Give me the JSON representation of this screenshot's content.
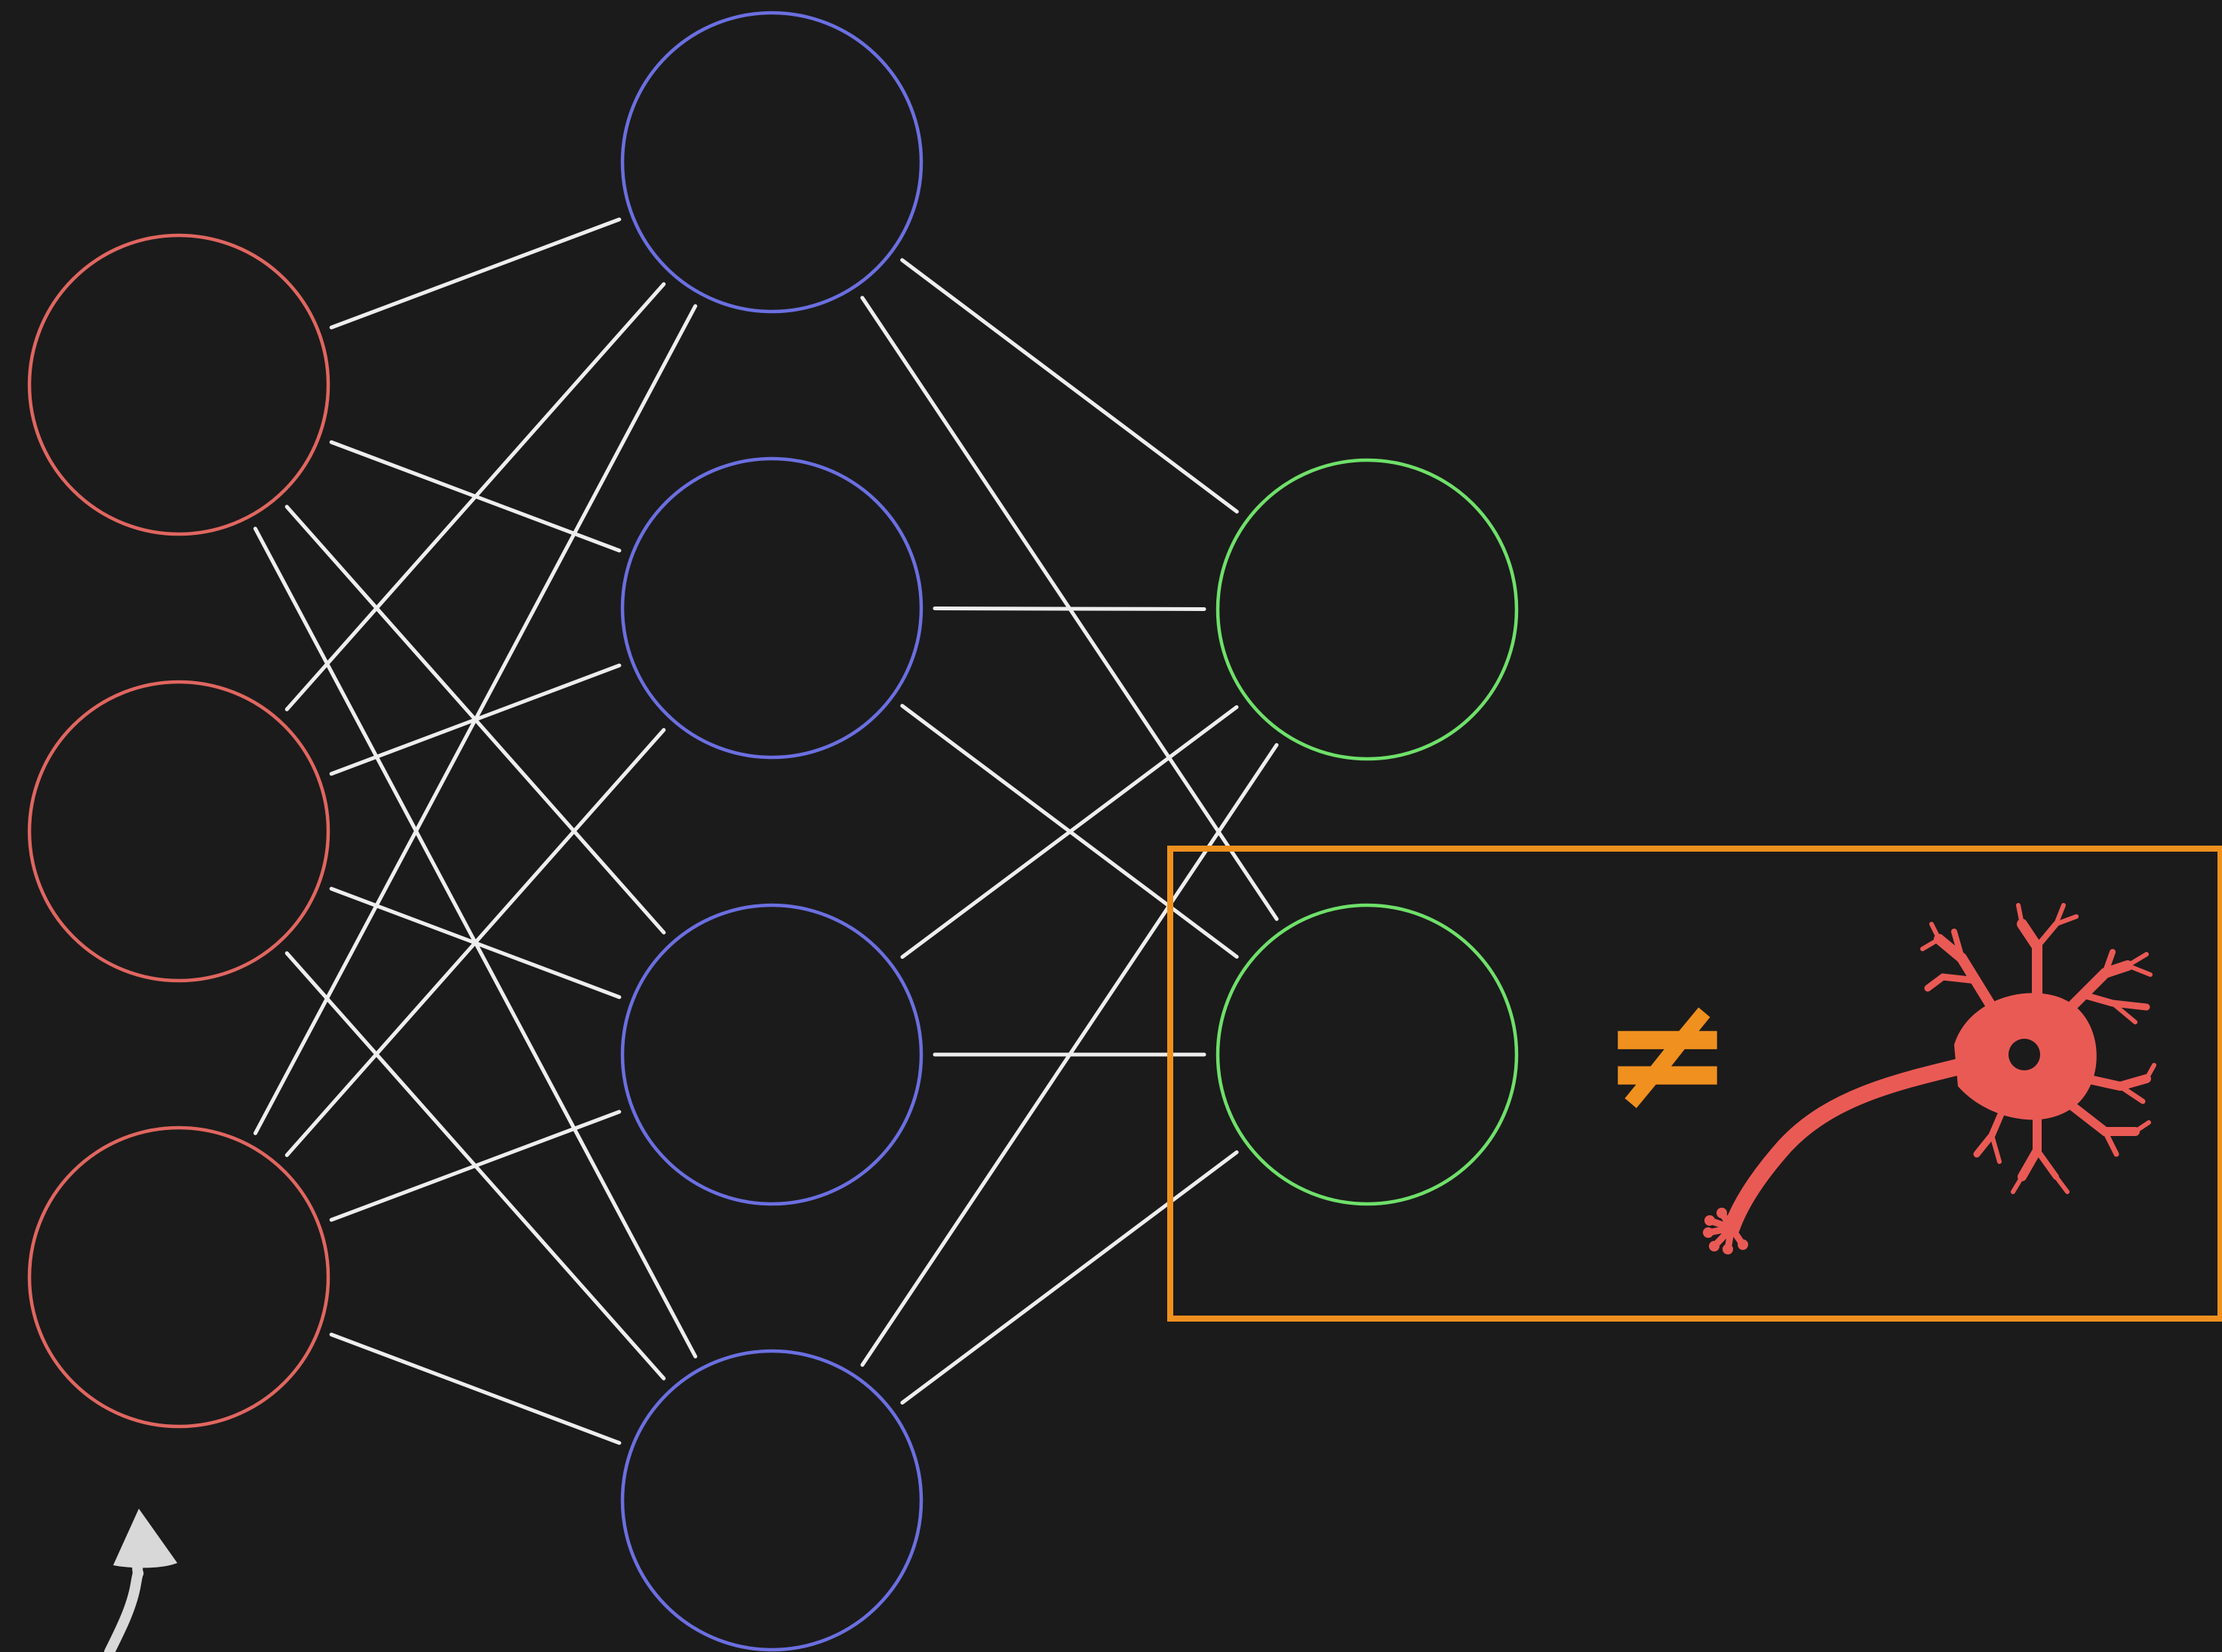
{
  "diagram": {
    "layers": [
      {
        "name": "input",
        "node_count": 3,
        "color": "#e06660"
      },
      {
        "name": "hidden",
        "node_count": 4,
        "color": "#6b6fe0"
      },
      {
        "name": "output",
        "node_count": 2,
        "color": "#6fe06a"
      }
    ],
    "connection_color": "#eeeeee",
    "highlight": {
      "color": "#f0901e",
      "symbol": "≠",
      "icon": "biological-neuron-icon",
      "icon_color": "#ea5a55"
    },
    "arrow": {
      "icon": "arrow-up-icon",
      "color": "#d8d8d8"
    }
  }
}
